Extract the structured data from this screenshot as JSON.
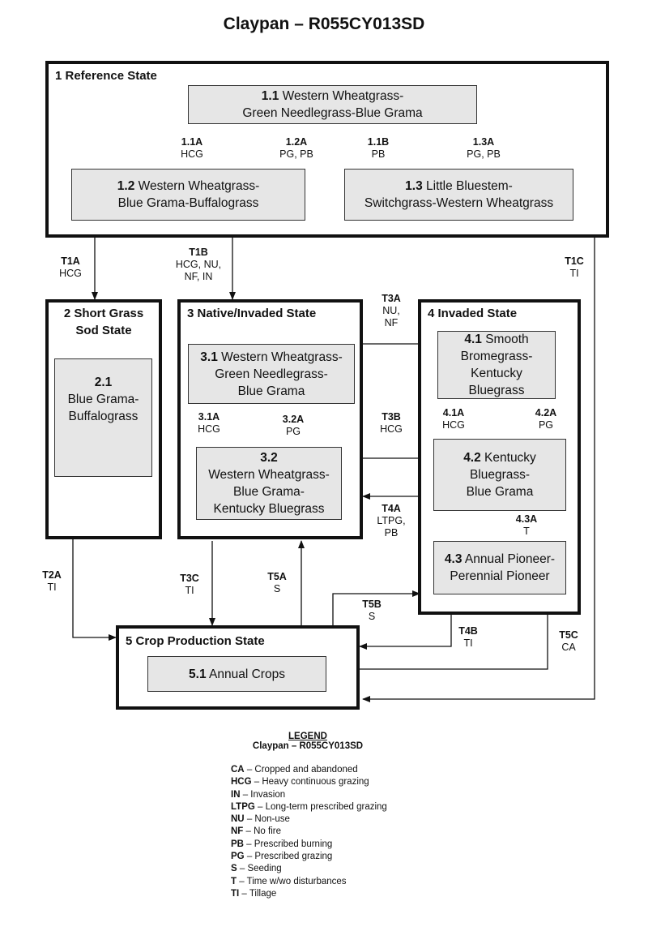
{
  "title": "Claypan – R055CY013SD",
  "states": {
    "s1": "1 Reference State",
    "s2": "2 Short Grass\nSod State",
    "s3": "3 Native/Invaded State",
    "s4": "4 Invaded State",
    "s5": "5 Crop Production State"
  },
  "phases": {
    "p1_1": {
      "code": "1.1",
      "name": " Western Wheatgrass-\nGreen Needlegrass-Blue Grama"
    },
    "p1_2": {
      "code": "1.2",
      "name": "  Western Wheatgrass-\nBlue Grama-Buffalograss"
    },
    "p1_3": {
      "code": "1.3",
      "name": " Little Bluestem-\nSwitchgrass-Western Wheatgrass"
    },
    "p2_1": {
      "code": "2.1",
      "name": "Blue Grama-\nBuffalograss"
    },
    "p3_1": {
      "code": "3.1",
      "name": " Western Wheatgrass-\nGreen Needlegrass-\nBlue Grama"
    },
    "p3_2": {
      "code": "3.2",
      "name": "Western Wheatgrass-\nBlue Grama-\nKentucky Bluegrass"
    },
    "p4_1": {
      "code": "4.1",
      "name": " Smooth\nBromegrass-\nKentucky\nBluegrass"
    },
    "p4_2": {
      "code": "4.2",
      "name": " Kentucky\nBluegrass-\nBlue Grama"
    },
    "p4_3": {
      "code": "4.3",
      "name": " Annual Pioneer-\nPerennial Pioneer"
    },
    "p5_1": {
      "code": "5.1",
      "name": " Annual Crops"
    }
  },
  "transitions": {
    "t1_1A": {
      "code": "1.1A",
      "action": "HCG"
    },
    "t1_2A": {
      "code": "1.2A",
      "action": "PG, PB"
    },
    "t1_1B": {
      "code": "1.1B",
      "action": "PB"
    },
    "t1_3A": {
      "code": "1.3A",
      "action": "PG, PB"
    },
    "T1A": {
      "code": "T1A",
      "action": "HCG"
    },
    "T1B": {
      "code": "T1B",
      "action": "HCG, NU,\nNF, IN"
    },
    "T1C": {
      "code": "T1C",
      "action": "TI"
    },
    "T3A": {
      "code": "T3A",
      "action": "NU,\nNF"
    },
    "T3B": {
      "code": "T3B",
      "action": "HCG"
    },
    "T4A": {
      "code": "T4A",
      "action": "LTPG,\nPB"
    },
    "t3_1A": {
      "code": "3.1A",
      "action": "HCG"
    },
    "t3_2A": {
      "code": "3.2A",
      "action": "PG"
    },
    "t4_1A": {
      "code": "4.1A",
      "action": "HCG"
    },
    "t4_2A": {
      "code": "4.2A",
      "action": "PG"
    },
    "t4_3A": {
      "code": "4.3A",
      "action": "T"
    },
    "T2A": {
      "code": "T2A",
      "action": "TI"
    },
    "T3C": {
      "code": "T3C",
      "action": "TI"
    },
    "T5A": {
      "code": "T5A",
      "action": "S"
    },
    "T5B": {
      "code": "T5B",
      "action": "S"
    },
    "T4B": {
      "code": "T4B",
      "action": "TI"
    },
    "T5C": {
      "code": "T5C",
      "action": "CA"
    }
  },
  "legend": {
    "heading": "LEGEND",
    "subtitle": "Claypan – R055CY013SD",
    "items": [
      {
        "abbr": "CA",
        "text": " – Cropped and abandoned"
      },
      {
        "abbr": "HCG",
        "text": " – Heavy continuous grazing"
      },
      {
        "abbr": "IN",
        "text": " – Invasion"
      },
      {
        "abbr": "LTPG",
        "text": " – Long-term prescribed grazing"
      },
      {
        "abbr": "NU",
        "text": " – Non-use"
      },
      {
        "abbr": "NF",
        "text": " – No fire"
      },
      {
        "abbr": "PB",
        "text": " – Prescribed burning"
      },
      {
        "abbr": "PG",
        "text": " – Prescribed grazing"
      },
      {
        "abbr": "S",
        "text": " – Seeding"
      },
      {
        "abbr": "T",
        "text": " – Time  w/wo disturbances"
      },
      {
        "abbr": "TI",
        "text": " – Tillage"
      }
    ]
  }
}
